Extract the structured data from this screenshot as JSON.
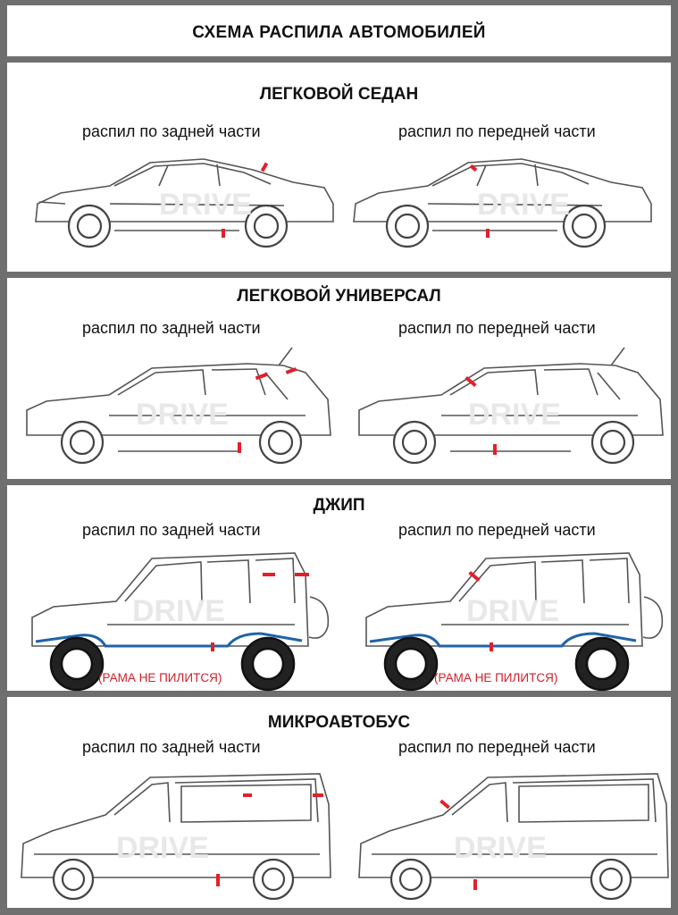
{
  "title": "СХЕМА РАСПИЛА АВТОМОБИЛЕЙ",
  "sections": [
    {
      "title": "ЛЕГКОВОЙ СЕДАН",
      "left_caption": "распил по задней части",
      "right_caption": "распил по передней части",
      "vehicle": "sedan"
    },
    {
      "title": "ЛЕГКОВОЙ УНИВЕРСАЛ",
      "left_caption": "распил по задней части",
      "right_caption": "распил по передней части",
      "vehicle": "hatchback"
    },
    {
      "title": "ДЖИП",
      "left_caption": "распил по задней части",
      "right_caption": "распил по передней части",
      "vehicle": "jeep",
      "frame_note": "(РАМА НЕ ПИЛИТСЯ)"
    },
    {
      "title": "МИКРОАВТОБУС",
      "left_caption": "распил по задней части",
      "right_caption": "распил по передней части",
      "vehicle": "minibus"
    }
  ],
  "watermark": "DRIVE",
  "colors": {
    "cut_mark": "#e1202c",
    "frame": "#1f63a8",
    "outline": "#555555",
    "border": "#6f6f6f"
  }
}
